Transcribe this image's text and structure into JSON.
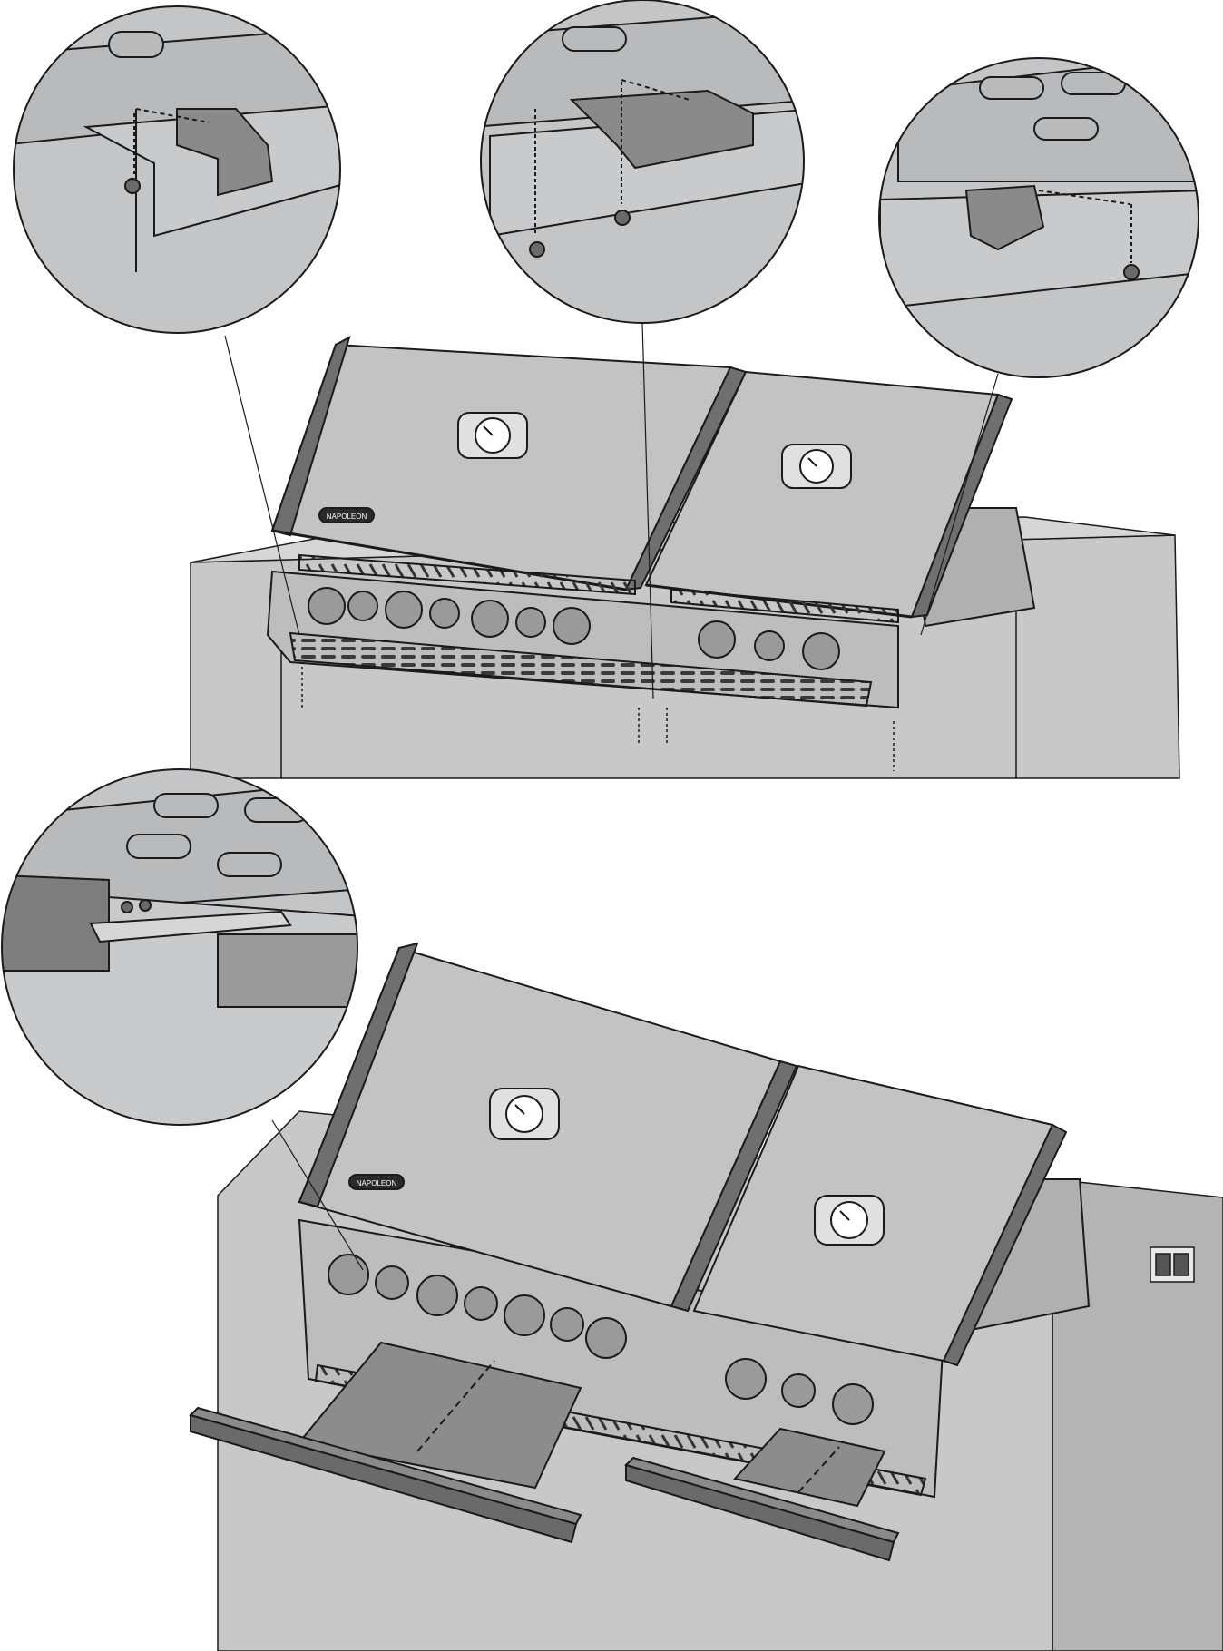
{
  "figure": {
    "brand_mark_text": "NAPOLEON",
    "panels": [
      {
        "id": "top",
        "callouts": [
          "left-bracket",
          "center-bracket",
          "right-bracket"
        ]
      },
      {
        "id": "bottom",
        "callouts": [
          "rail-bracket"
        ]
      }
    ],
    "colors": {
      "outline": "#1a1a1a",
      "detail_fill": "#c4c5c7",
      "counter_front": "#c8c8c8",
      "counter_top": "#d6d6d6",
      "counter_side": "#b4b4b4",
      "grill_body": "#bdbdbd",
      "lid": "#c3c3c3",
      "frame": "#5e5e5e",
      "trim_dark": "#6f6f6f",
      "bracket_dark": "#8a8a8a"
    }
  }
}
